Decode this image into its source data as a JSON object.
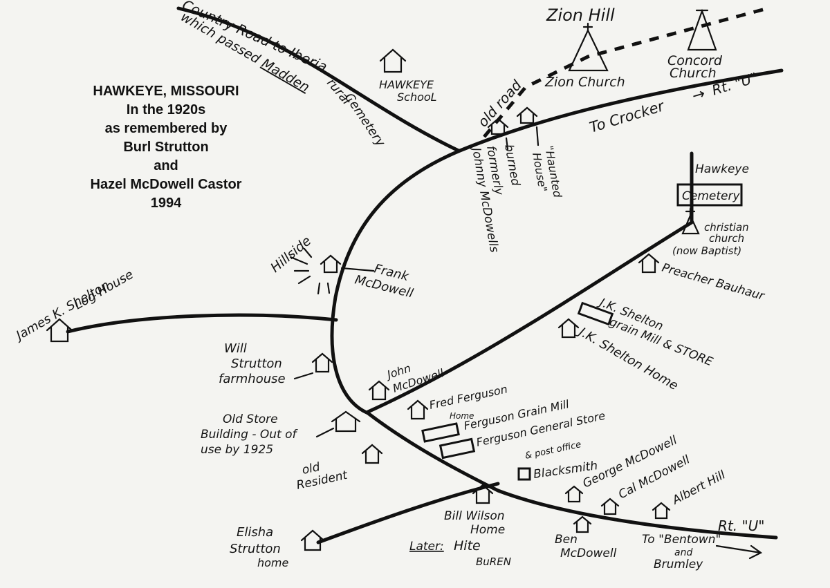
{
  "title": {
    "line1": "HAWKEYE, MISSOURI",
    "line2": "In the 1920s",
    "line3": "as remembered by",
    "line4": "Burl Strutton",
    "line5": "and",
    "line6": "Hazel McDowell Castor",
    "line7": "1994"
  },
  "roads": {
    "iberia_1": "Country Road to Iberia",
    "iberia_2": "which passed",
    "iberia_madden": "Madden",
    "iberia_3": "rural",
    "iberia_4": "Cemetery",
    "old_road": "old road",
    "crocker": "To Crocker",
    "rt_u_top": "Rt. \"U\"",
    "rt_u_bottom": "Rt. \"U\"",
    "to_bentown_1": "To \"Bentown\"",
    "to_bentown_2": "and",
    "to_bentown_3": "Brumley"
  },
  "places": {
    "zion_hill": "Zion Hill",
    "zion_church": "Zion Church",
    "concord_1": "Concord",
    "concord_2": "Church",
    "school_1": "HAWKEYE",
    "school_2": "SchooL",
    "burned_1": "burned",
    "burned_2": "formerly",
    "burned_3": "Johnny McDowells",
    "haunted_1": "\"Haunted",
    "haunted_2": "House\"",
    "cemetery_label": "Hawkeye",
    "cemetery_box": "Cemetery",
    "christian_1": "christian",
    "christian_2": "church",
    "christian_3": "(now Baptist)",
    "preacher": "Preacher Bauhaur",
    "grain_1": "J.K. Shelton",
    "grain_2": "grain Mill & STORE",
    "shelton_home": "J.K. Shelton Home",
    "hillside": "Hillside",
    "frank_1": "Frank",
    "frank_2": "McDowell",
    "james_1": "James K. Shelton",
    "james_2": "Log House",
    "will_1": "Will",
    "will_2": "Strutton",
    "will_3": "farmhouse",
    "john_1": "John",
    "john_2": "McDowell",
    "fred_1": "Fred Ferguson",
    "fred_2": "Home",
    "ferg_mill": "Ferguson Grain Mill",
    "ferg_store_1": "Ferguson General Store",
    "ferg_store_2": "& post office",
    "blacksmith": "Blacksmith",
    "old_store_1": "Old Store",
    "old_store_2": "Building - Out of",
    "old_store_3": "use by 1925",
    "old_res_1": "old",
    "old_res_2": "Resident",
    "george": "George McDowell",
    "cal": "Cal McDowell",
    "albert": "Albert Hill",
    "ben_1": "Ben",
    "ben_2": "McDowell",
    "bill_1": "Bill Wilson",
    "bill_2": "Home",
    "later": "Later:",
    "hite": "Hite",
    "buren": "BuREN",
    "elisha_1": "Elisha",
    "elisha_2": "Strutton",
    "elisha_3": "home"
  }
}
